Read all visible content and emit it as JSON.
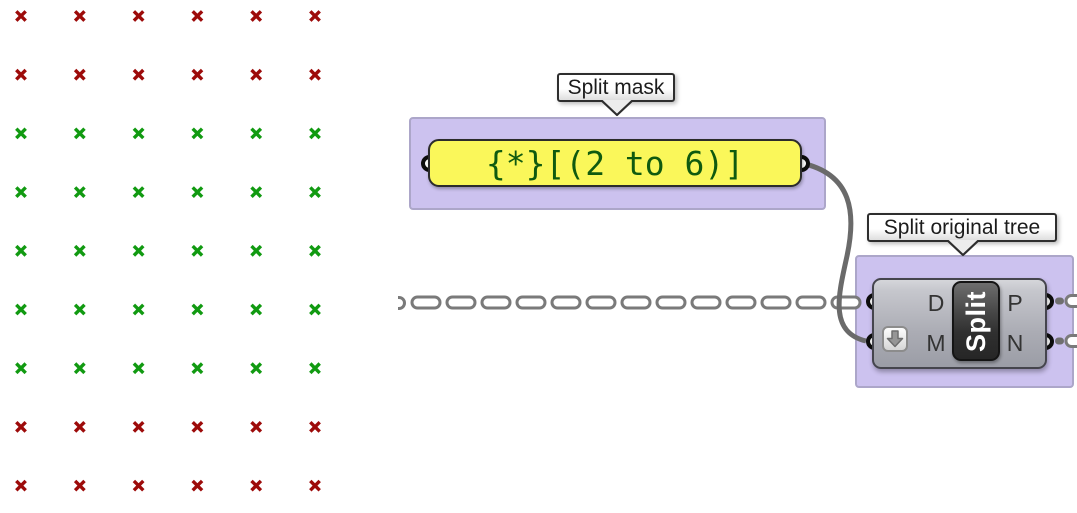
{
  "viewport": {
    "grid": {
      "cols": 6,
      "rows": 9,
      "row_colors": [
        "negative",
        "negative",
        "positive",
        "positive",
        "positive",
        "positive",
        "positive",
        "negative",
        "negative"
      ],
      "colors": {
        "negative": "#9D0B0A",
        "positive": "#119A11"
      },
      "marker": "x-cross"
    }
  },
  "canvas": {
    "groups": [
      {
        "label": "Split mask",
        "color": "#CCC2EF"
      },
      {
        "label": "Split original tree",
        "color": "#CCC2EF"
      }
    ],
    "panel": {
      "value": "{*}[(2 to 6)]",
      "fill": "#FAF75A",
      "text_color": "#0F5A0F"
    },
    "split_component": {
      "name": "Split",
      "inputs": [
        {
          "label": "D"
        },
        {
          "label": "M"
        }
      ],
      "outputs": [
        {
          "label": "P"
        },
        {
          "label": "N"
        }
      ],
      "flatten_icon": "down-arrow"
    },
    "wires": {
      "tree_wire_style": "dashed-double",
      "item_wire_style": "solid",
      "color": "#6E6E6E"
    }
  }
}
